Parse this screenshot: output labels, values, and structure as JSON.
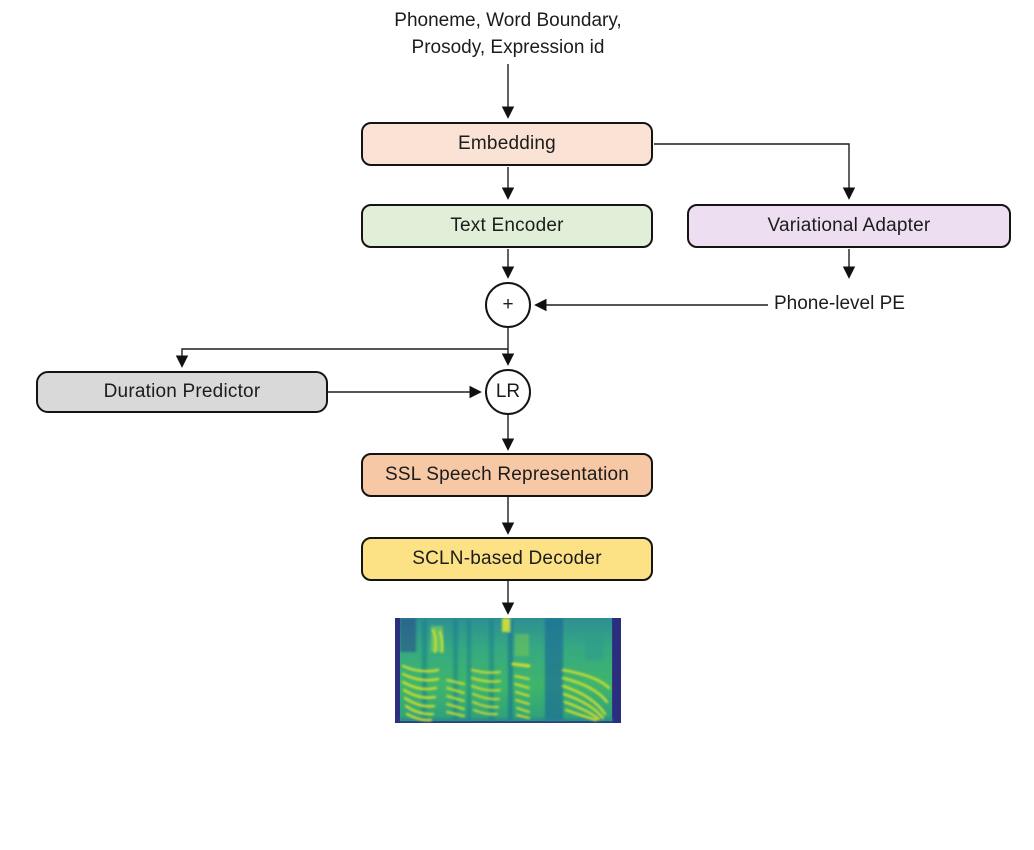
{
  "diagram": {
    "input_label_lines": [
      "Phoneme, Word Boundary,",
      "Prosody, Expression id"
    ],
    "nodes": {
      "embedding": {
        "label": "Embedding",
        "fill": "#FAE3D4"
      },
      "text_encoder": {
        "label": "Text Encoder",
        "fill": "#E1EFD9"
      },
      "variational_adapter": {
        "label": "Variational Adapter",
        "fill": "#EDDFF1"
      },
      "duration_predictor": {
        "label": "Duration Predictor",
        "fill": "#D9D9D9"
      },
      "ssl_speech_representation": {
        "label": "SSL Speech Representation",
        "fill": "#F7C8A5"
      },
      "scln_decoder": {
        "label": "SCLN-based Decoder",
        "fill": "#FCE284"
      },
      "add_operator": {
        "label": "+",
        "fill": "#FFFFFF"
      },
      "length_regulator": {
        "label": "LR",
        "fill": "#FFFFFF"
      }
    },
    "annotations": {
      "phone_level_pe": "Phone-level PE"
    },
    "spectrogram": {
      "name": "mel-spectrogram",
      "palette": [
        "#2B2F7E",
        "#1B7D90",
        "#36A981",
        "#3FB56B",
        "#DDE32B"
      ]
    },
    "style": {
      "line_color": "#1a1a1a",
      "border_color": "#141414",
      "text_color": "#1c1c1c"
    }
  }
}
